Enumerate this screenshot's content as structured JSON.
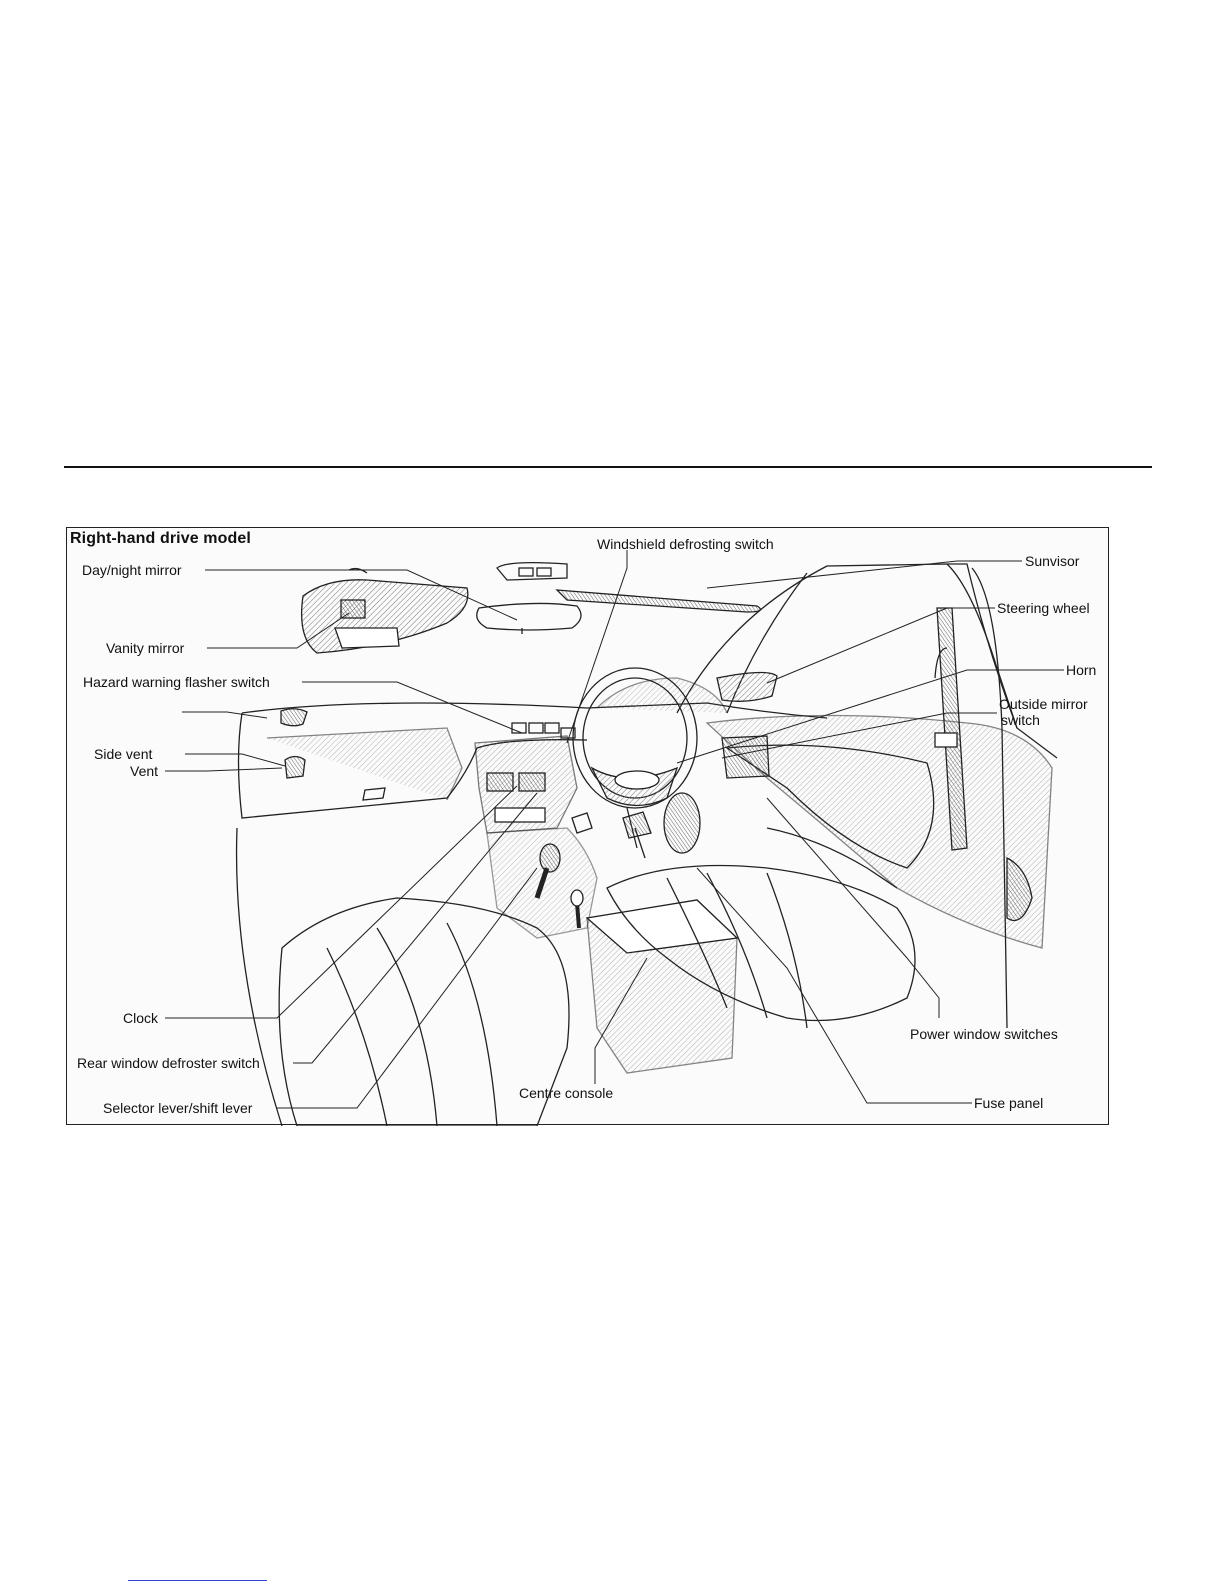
{
  "diagram": {
    "heading": "Right-hand drive model",
    "labels": {
      "day_night_mirror": "Day/night mirror",
      "vanity_mirror": "Vanity mirror",
      "hazard_warning_flasher_switch": "Hazard warning flasher switch",
      "side_vent": "Side vent",
      "vent": "Vent",
      "windshield_defrosting_switch": "Windshield defrosting switch",
      "sunvisor": "Sunvisor",
      "steering_wheel": "Steering wheel",
      "horn": "Horn",
      "outside_mirror_switch_line1": "Outside mirror",
      "outside_mirror_switch_line2": "switch",
      "clock": "Clock",
      "rear_window_defroster_switch": "Rear window defroster switch",
      "selector_lever": "Selector lever/shift lever",
      "centre_console": "Centre console",
      "power_window_switches": "Power window switches",
      "fuse_panel": "Fuse panel"
    }
  },
  "colors": {
    "ink": "#111111",
    "link": "#3344cc"
  }
}
